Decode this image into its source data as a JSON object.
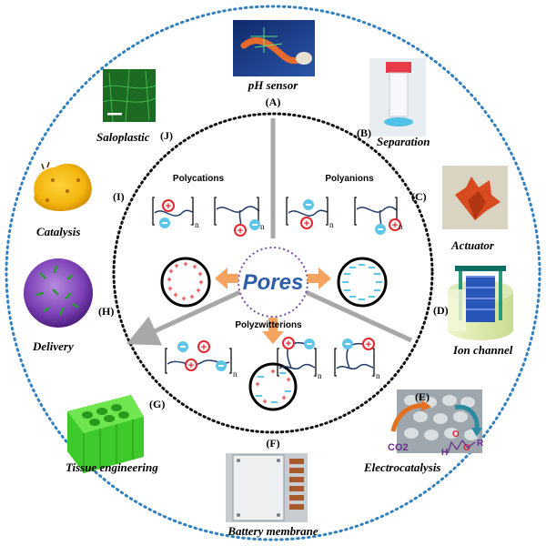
{
  "center": {
    "title": "Pores",
    "color": "#2f5eab"
  },
  "polymers": {
    "polycations": "Polycations",
    "polyanions": "Polyanions",
    "polyzwitterions": "Polyzwitterions",
    "repeat_sub": "n"
  },
  "applications": [
    {
      "letter": "(A)",
      "label": "pH sensor"
    },
    {
      "letter": "(B)",
      "label": "Separation"
    },
    {
      "letter": "(C)",
      "label": "Actuator"
    },
    {
      "letter": "(D)",
      "label": "Ion channel"
    },
    {
      "letter": "(E)",
      "label": "Electrocatalysis"
    },
    {
      "letter": "(F)",
      "label": "Battery membrane"
    },
    {
      "letter": "(G)",
      "label": "Tissue engineering"
    },
    {
      "letter": "(H)",
      "label": "Delivery"
    },
    {
      "letter": "(I)",
      "label": "Catalysis"
    },
    {
      "letter": "(J)",
      "label": "Saloplastic"
    }
  ],
  "electrocatalysis_labels": {
    "co2": "CO2",
    "h": "H",
    "o1": "O",
    "o2": "O",
    "r": "R"
  },
  "colors": {
    "outer_ring": "#2f7fc1",
    "cation_red": "#e0282e",
    "anion_blue": "#5ec6ea",
    "arrow_orange": "#f4a460",
    "divider_gray": "#a8a8a8",
    "chain_navy": "#1f3a6b"
  }
}
